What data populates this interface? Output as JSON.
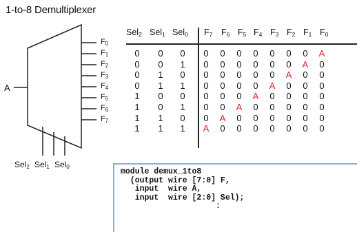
{
  "title": "1-to-8 Demultiplexer",
  "input_label": "A",
  "outputs": [
    {
      "base": "F",
      "sub": "0"
    },
    {
      "base": "F",
      "sub": "1"
    },
    {
      "base": "F",
      "sub": "2"
    },
    {
      "base": "F",
      "sub": "3"
    },
    {
      "base": "F",
      "sub": "4"
    },
    {
      "base": "F",
      "sub": "5"
    },
    {
      "base": "F",
      "sub": "6"
    },
    {
      "base": "F",
      "sub": "7"
    }
  ],
  "select_labels": [
    {
      "base": "Sel",
      "sub": "2"
    },
    {
      "base": "Sel",
      "sub": "1"
    },
    {
      "base": "Sel",
      "sub": "0"
    }
  ],
  "table": {
    "headers": [
      {
        "base": "Sel",
        "sub": "2"
      },
      {
        "base": "Sel",
        "sub": "1"
      },
      {
        "base": "Sel",
        "sub": "0"
      },
      {
        "base": "F",
        "sub": "7"
      },
      {
        "base": "F",
        "sub": "6"
      },
      {
        "base": "F",
        "sub": "5"
      },
      {
        "base": "F",
        "sub": "4"
      },
      {
        "base": "F",
        "sub": "3"
      },
      {
        "base": "F",
        "sub": "2"
      },
      {
        "base": "F",
        "sub": "1"
      },
      {
        "base": "F",
        "sub": "0"
      }
    ],
    "rows": [
      [
        "0",
        "0",
        "0",
        "0",
        "0",
        "0",
        "0",
        "0",
        "0",
        "0",
        "A"
      ],
      [
        "0",
        "0",
        "1",
        "0",
        "0",
        "0",
        "0",
        "0",
        "0",
        "A",
        "0"
      ],
      [
        "0",
        "1",
        "0",
        "0",
        "0",
        "0",
        "0",
        "0",
        "A",
        "0",
        "0"
      ],
      [
        "0",
        "1",
        "1",
        "0",
        "0",
        "0",
        "0",
        "A",
        "0",
        "0",
        "0"
      ],
      [
        "1",
        "0",
        "0",
        "0",
        "0",
        "0",
        "A",
        "0",
        "0",
        "0",
        "0"
      ],
      [
        "1",
        "0",
        "1",
        "0",
        "0",
        "A",
        "0",
        "0",
        "0",
        "0",
        "0"
      ],
      [
        "1",
        "1",
        "0",
        "0",
        "A",
        "0",
        "0",
        "0",
        "0",
        "0",
        "0"
      ],
      [
        "1",
        "1",
        "1",
        "A",
        "0",
        "0",
        "0",
        "0",
        "0",
        "0",
        "0"
      ]
    ],
    "highlight_value": "A",
    "highlight_color": "#e02020"
  },
  "code": "module demux_1to8\n  (output wire [7:0] F,\n   input  wire A,\n   input  wire [2:0] Sel);\n                    :"
}
